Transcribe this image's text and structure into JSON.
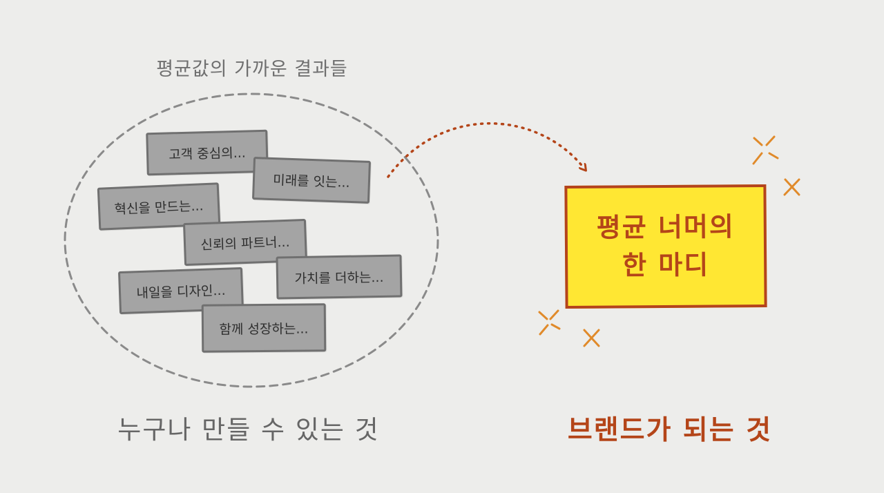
{
  "cluster": {
    "title": "평균값의 가까운 결과들",
    "cards": [
      "고객 중심의...",
      "미래를 잇는...",
      "혁신을 만드는...",
      "신뢰의 파트너...",
      "내일을 디자인...",
      "가치를 더하는...",
      "함께 성장하는..."
    ],
    "caption": "누구나 만들 수 있는 것"
  },
  "highlight": {
    "line1": "평균 너머의",
    "line2": "한 마디",
    "caption": "브랜드가 되는 것"
  },
  "colors": {
    "background": "#ededeb",
    "card_fill": "#a4a4a4",
    "card_border": "#707070",
    "highlight_fill": "#ffe733",
    "accent": "#b44519",
    "sparkle": "#e08a2a"
  }
}
